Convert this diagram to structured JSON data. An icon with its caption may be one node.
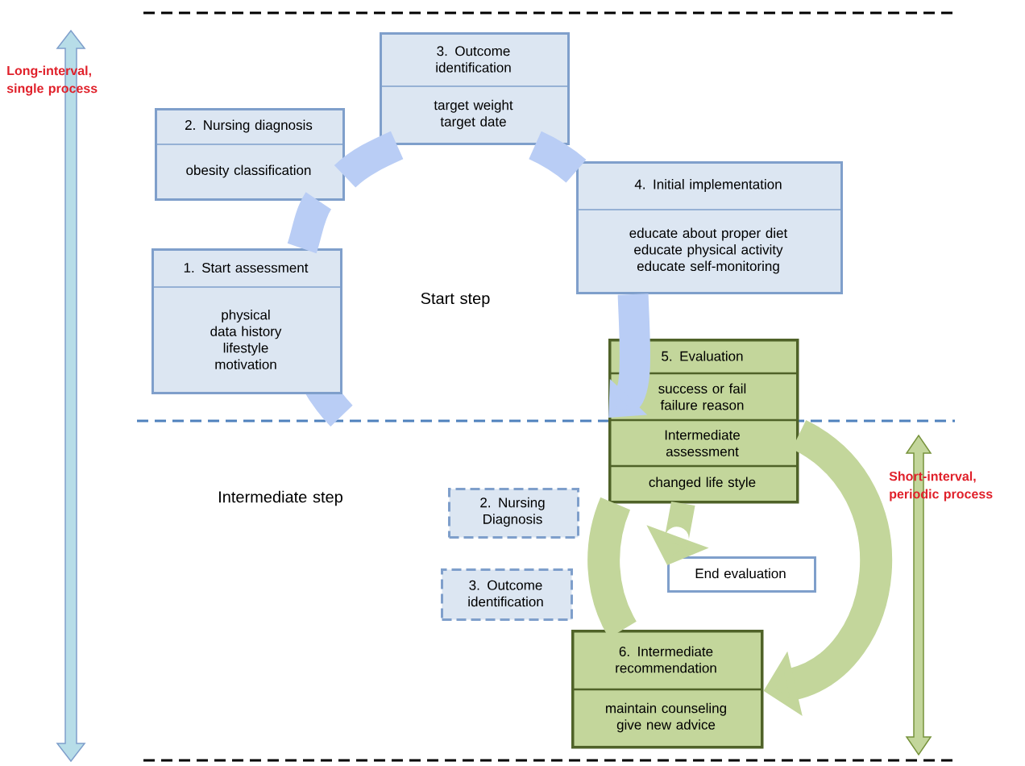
{
  "diagram": {
    "nodes": [
      {
        "text": [
          "1. Start assessment",
          "physical data history lifestyle motivation"
        ]
      },
      {
        "text": [
          "2. Nursing diagnosis",
          "obesity classification"
        ]
      },
      {
        "text": [
          "3. Outcome identification",
          "target weight target date"
        ]
      },
      {
        "text": [
          "4. Initial implementation",
          "educate about proper diet educate physical activity educate self-monitoring"
        ]
      },
      {
        "text": [
          "5. Evaluation",
          "success or fail failure reason",
          "Intermediate assessment",
          "changed life style"
        ]
      },
      {
        "text": [
          "2. Nursing Diagnosis"
        ]
      },
      {
        "text": [
          "3. Outcome identification"
        ]
      },
      {
        "text": [
          "End evaluation"
        ]
      },
      {
        "text": [
          "6. Intermediate recommendation",
          "maintain counseling give new advice"
        ]
      }
    ],
    "edges": [
      {
        "from": 0,
        "to": 1,
        "arrow": "none"
      },
      {
        "from": 1,
        "to": 2,
        "arrow": "none"
      },
      {
        "from": 2,
        "to": 3,
        "arrow": "none"
      },
      {
        "from": 3,
        "to": 4,
        "arrow": "to"
      },
      {
        "from": 4,
        "to": 7,
        "arrow": "to",
        "color": "#c3d69b"
      },
      {
        "from": 4,
        "to": 8,
        "arrow": "to",
        "color": "#c3d69b"
      },
      {
        "from": 8,
        "to": 4,
        "arrow": "none",
        "color": "#c3d69b"
      }
    ],
    "labels": [
      "Long-interval, single process",
      "Start step",
      "Intermediate step",
      "Short-interval, periodic process"
    ]
  }
}
